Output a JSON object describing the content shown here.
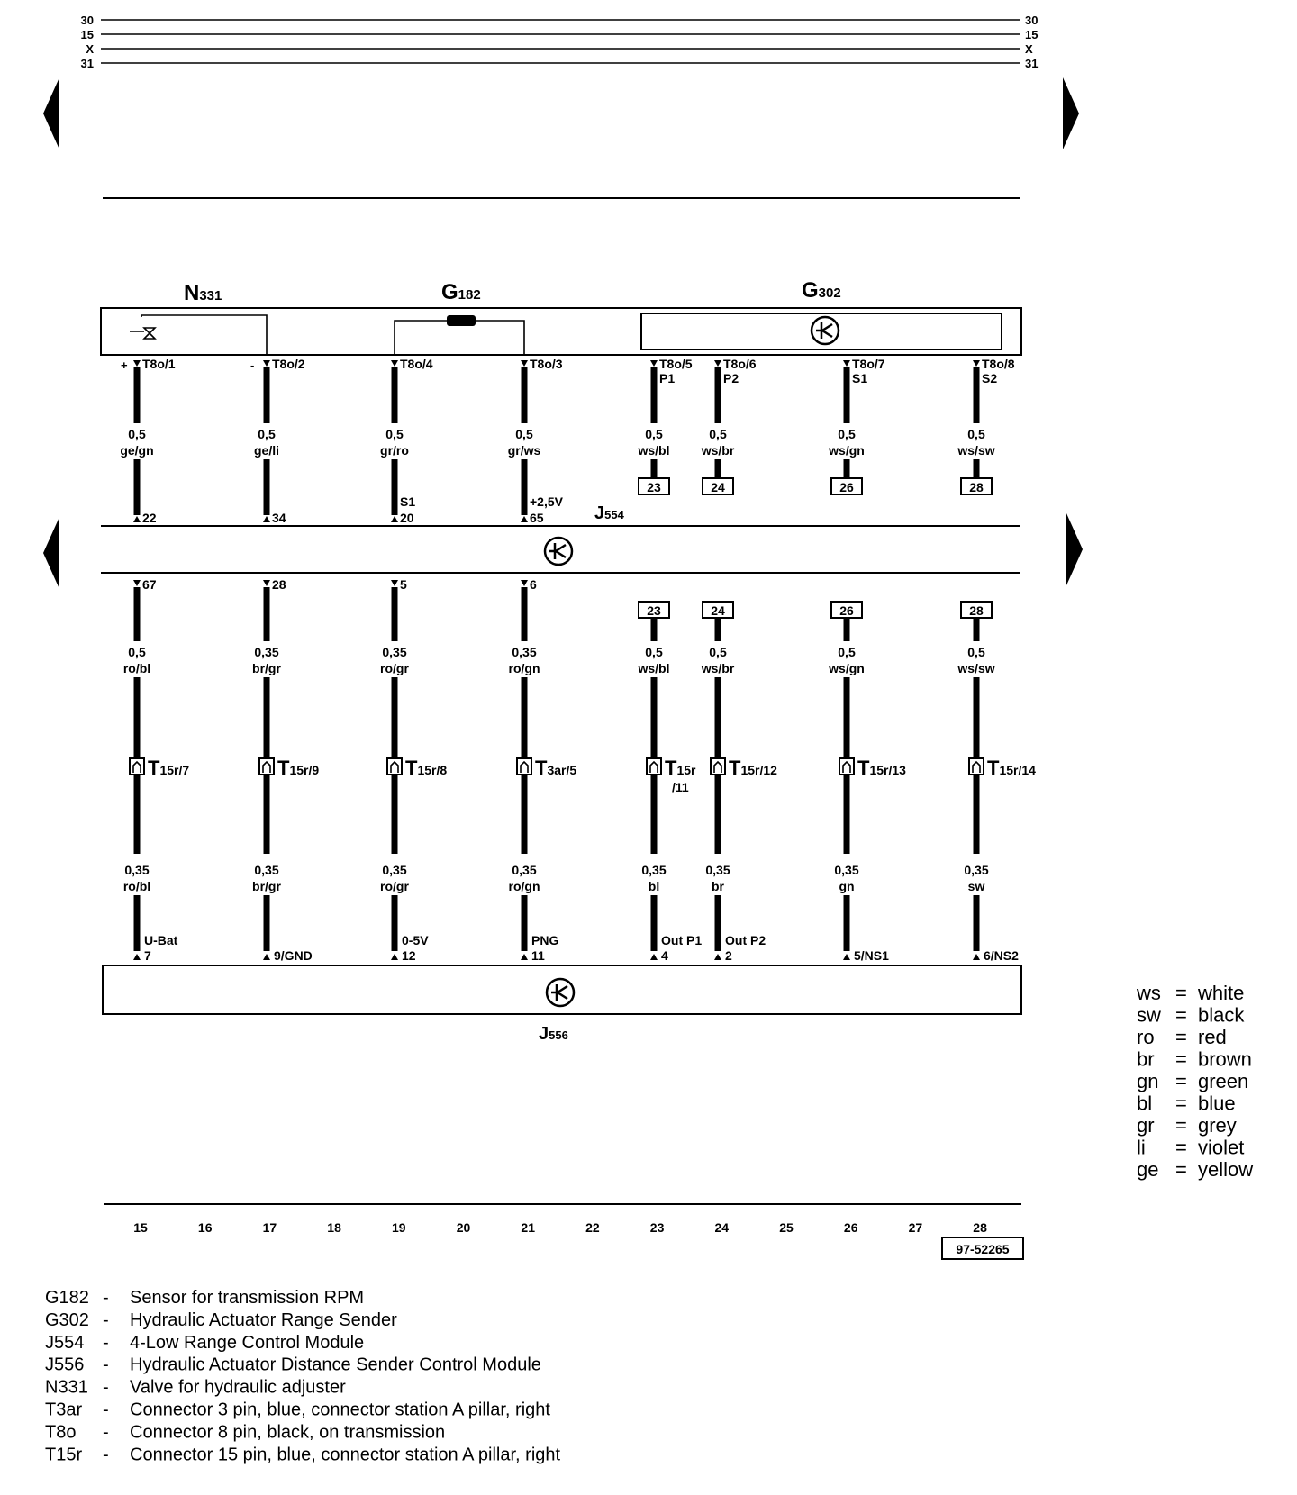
{
  "rails": [
    "30",
    "15",
    "X",
    "31"
  ],
  "components": {
    "n331": {
      "name": "N",
      "sub": "331"
    },
    "g182": {
      "name": "G",
      "sub": "182"
    },
    "g302": {
      "name": "G",
      "sub": "302"
    },
    "j554": {
      "name": "J",
      "sub": "554"
    },
    "j556": {
      "name": "J",
      "sub": "556"
    }
  },
  "upper_wires": [
    {
      "pin": "T8o/1",
      "pol": "+",
      "size": "0,5",
      "color": "ge/gn",
      "jpin": "22",
      "jlabel": ""
    },
    {
      "pin": "T8o/2",
      "pol": "-",
      "size": "0,5",
      "color": "ge/li",
      "jpin": "34",
      "jlabel": ""
    },
    {
      "pin": "T8o/4",
      "pol": "",
      "size": "0,5",
      "color": "gr/ro",
      "jpin": "20",
      "jlabel": "S1"
    },
    {
      "pin": "T8o/3",
      "pol": "",
      "size": "0,5",
      "color": "gr/ws",
      "jpin": "65",
      "jlabel": "+2,5V"
    },
    {
      "pin": "T8o/5",
      "sig": "P1",
      "size": "0,5",
      "color": "ws/bl",
      "ref": "23"
    },
    {
      "pin": "T8o/6",
      "sig": "P2",
      "size": "0,5",
      "color": "ws/br",
      "ref": "24"
    },
    {
      "pin": "T8o/7",
      "sig": "S1",
      "size": "0,5",
      "color": "ws/gn",
      "ref": "26"
    },
    {
      "pin": "T8o/8",
      "sig": "S2",
      "size": "0,5",
      "color": "ws/sw",
      "ref": "28"
    }
  ],
  "lower_wires": [
    {
      "top": "67",
      "size1": "0,5",
      "color1": "ro/bl",
      "conn": "T",
      "conn_sub": "15r/7",
      "conn_sub2": "",
      "size2": "0,35",
      "color2": "ro/bl",
      "label": "U-Bat",
      "pin": "7"
    },
    {
      "top": "28",
      "size1": "0,35",
      "color1": "br/gr",
      "conn": "T",
      "conn_sub": "15r/9",
      "conn_sub2": "",
      "size2": "0,35",
      "color2": "br/gr",
      "label": "",
      "pin": "9/GND"
    },
    {
      "top": "5",
      "size1": "0,35",
      "color1": "ro/gr",
      "conn": "T",
      "conn_sub": "15r/8",
      "conn_sub2": "",
      "size2": "0,35",
      "color2": "ro/gr",
      "label": "0-5V",
      "pin": "12"
    },
    {
      "top": "6",
      "size1": "0,35",
      "color1": "ro/gn",
      "conn": "T",
      "conn_sub": "3ar/5",
      "conn_sub2": "",
      "size2": "0,35",
      "color2": "ro/gn",
      "label": "PNG",
      "pin": "11"
    },
    {
      "top": "23",
      "size1": "0,5",
      "color1": "ws/bl",
      "conn": "T",
      "conn_sub": "15r",
      "conn_sub2": "/11",
      "size2": "0,35",
      "color2": "bl",
      "label": "Out P1",
      "pin": "4"
    },
    {
      "top": "24",
      "size1": "0,5",
      "color1": "ws/br",
      "conn": "T",
      "conn_sub": "15r/12",
      "conn_sub2": "",
      "size2": "0,35",
      "color2": "br",
      "label": "Out P2",
      "pin": "2"
    },
    {
      "top": "26",
      "size1": "0,5",
      "color1": "ws/gn",
      "conn": "T",
      "conn_sub": "15r/13",
      "conn_sub2": "",
      "size2": "0,35",
      "color2": "gn",
      "label": "",
      "pin": "5/NS1"
    },
    {
      "top": "28",
      "size1": "0,5",
      "color1": "ws/sw",
      "conn": "T",
      "conn_sub": "15r/14",
      "conn_sub2": "",
      "size2": "0,35",
      "color2": "sw",
      "label": "",
      "pin": "6/NS2"
    }
  ],
  "ruler": [
    "15",
    "16",
    "17",
    "18",
    "19",
    "20",
    "21",
    "22",
    "23",
    "24",
    "25",
    "26",
    "27",
    "28"
  ],
  "ref_code": "97-52265",
  "color_legend": [
    {
      "abbr": "ws",
      "name": "white"
    },
    {
      "abbr": "sw",
      "name": "black"
    },
    {
      "abbr": "ro",
      "name": "red"
    },
    {
      "abbr": "br",
      "name": "brown"
    },
    {
      "abbr": "gn",
      "name": "green"
    },
    {
      "abbr": "bl",
      "name": "blue"
    },
    {
      "abbr": "gr",
      "name": "grey"
    },
    {
      "abbr": "li",
      "name": "violet"
    },
    {
      "abbr": "ge",
      "name": "yellow"
    }
  ],
  "component_legend": [
    {
      "code": "G182",
      "desc": "Sensor for transmission RPM"
    },
    {
      "code": "G302",
      "desc": "Hydraulic Actuator Range Sender"
    },
    {
      "code": "J554",
      "desc": "4-Low Range Control Module"
    },
    {
      "code": "J556",
      "desc": "Hydraulic Actuator Distance Sender Control Module"
    },
    {
      "code": "N331",
      "desc": "Valve for hydraulic adjuster"
    },
    {
      "code": "T3ar",
      "desc": "Connector 3 pin, blue, connector station A pillar, right"
    },
    {
      "code": "T8o",
      "desc": "Connector 8 pin, black, on transmission"
    },
    {
      "code": "T15r",
      "desc": "Connector 15 pin, blue, connector station A pillar, right"
    }
  ]
}
